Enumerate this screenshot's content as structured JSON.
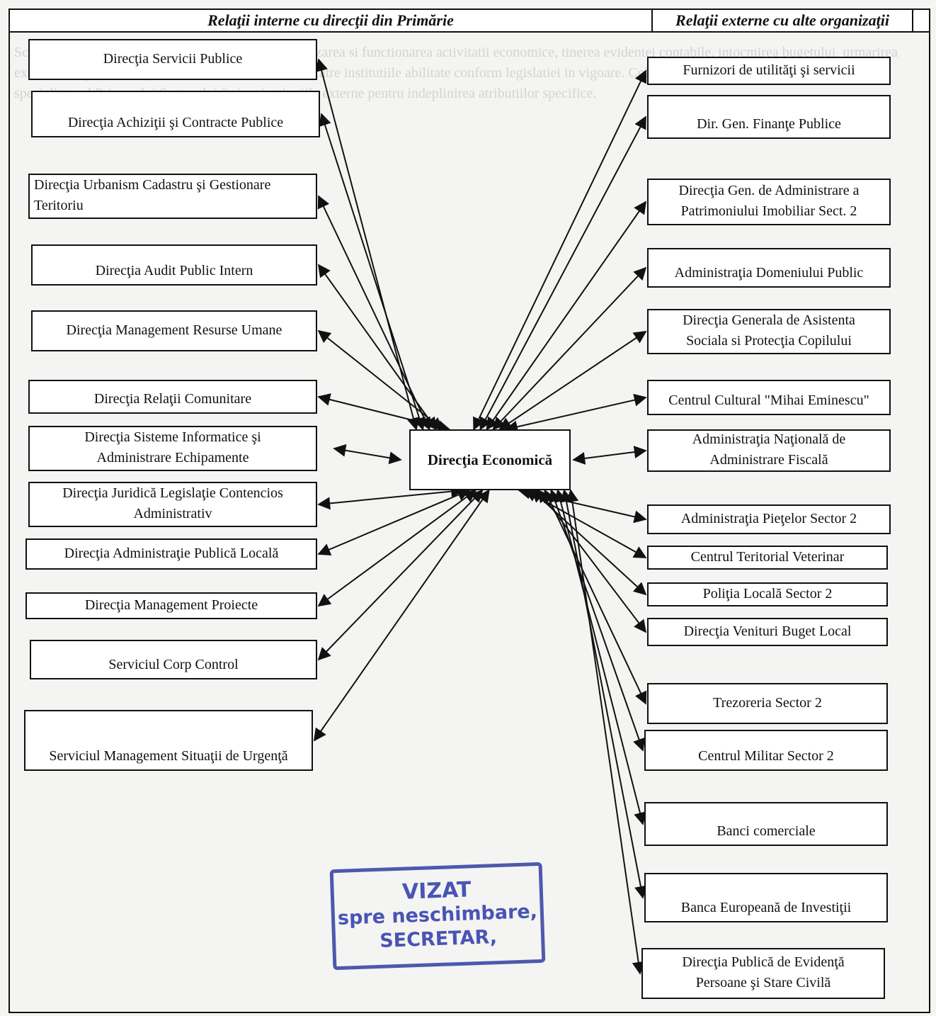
{
  "background_text": "Schema relatiilor: Directia Economica asigura organizarea si functionarea activitatii economice, tinerea evidentei contabile, intocmirea bugetului, urmarirea executiei bugetare si raportarea situatiilor financiare catre institutiile abilitate conform legislatiei in vigoare. Colaboreaza cu toate directiile din aparatul de specialitate al Primarului Sectorului 2 si cu institutiile externe pentru indeplinirea atributiilor specifice.",
  "headers": {
    "internal": "Relaţii interne cu direcţii din Primărie",
    "external": "Relaţii externe cu alte organizaţii"
  },
  "center": "Direcţia Economică",
  "internal_boxes": [
    {
      "id": "i1",
      "lines": [
        "Direcţia Servicii Publice"
      ]
    },
    {
      "id": "i2",
      "lines": [
        "Direcţia Achiziţii şi Contracte Publice"
      ]
    },
    {
      "id": "i3",
      "lines": [
        "Direcţia Urbanism Cadastru şi Gestionare",
        "Teritoriu"
      ]
    },
    {
      "id": "i4",
      "lines": [
        "Direcţia Audit Public Intern"
      ]
    },
    {
      "id": "i5",
      "lines": [
        "Direcţia Management Resurse Umane"
      ]
    },
    {
      "id": "i6",
      "lines": [
        "Direcţia Relaţii Comunitare"
      ]
    },
    {
      "id": "i7",
      "lines": [
        "Direcţia Sisteme Informatice şi",
        "Administrare Echipamente"
      ]
    },
    {
      "id": "i8",
      "lines": [
        "Direcţia Juridică Legislaţie Contencios",
        "Administrativ"
      ]
    },
    {
      "id": "i9",
      "lines": [
        "Direcţia Administraţie Publică Locală"
      ]
    },
    {
      "id": "i10",
      "lines": [
        "Direcţia  Management Proiecte"
      ]
    },
    {
      "id": "i11",
      "lines": [
        "Serviciul Corp Control"
      ]
    },
    {
      "id": "i12",
      "lines": [
        "Serviciul Management Situaţii de Urgenţă"
      ]
    }
  ],
  "external_boxes": [
    {
      "id": "e1",
      "lines": [
        "Furnizori de utilităţi şi servicii"
      ]
    },
    {
      "id": "e2",
      "lines": [
        "Dir. Gen. Finanţe Publice"
      ]
    },
    {
      "id": "e3",
      "lines": [
        "Direcţia Gen. de Administrare a",
        "Patrimoniului Imobiliar Sect. 2"
      ]
    },
    {
      "id": "e4",
      "lines": [
        "Administraţia Domeniului Public"
      ]
    },
    {
      "id": "e5",
      "lines": [
        "Direcţia Generala de Asistenta",
        "Sociala si Protecţia Copilului"
      ]
    },
    {
      "id": "e6",
      "lines": [
        "Centrul Cultural \"Mihai Eminescu\""
      ]
    },
    {
      "id": "e7",
      "lines": [
        "Administraţia Naţională de",
        "Administrare Fiscală"
      ]
    },
    {
      "id": "e8",
      "lines": [
        "Administraţia Pieţelor Sector 2"
      ]
    },
    {
      "id": "e9",
      "lines": [
        "Centrul Teritorial Veterinar"
      ]
    },
    {
      "id": "e10",
      "lines": [
        "Poliţia Locală Sector 2"
      ]
    },
    {
      "id": "e11",
      "lines": [
        "Direcţia Venituri Buget Local"
      ]
    },
    {
      "id": "e12",
      "lines": [
        "Trezoreria Sector 2"
      ]
    },
    {
      "id": "e13",
      "lines": [
        "Centrul Militar Sector 2"
      ]
    },
    {
      "id": "e14",
      "lines": [
        "Banci comerciale"
      ]
    },
    {
      "id": "e15",
      "lines": [
        "Banca Europeană de Investiţii"
      ]
    },
    {
      "id": "e16",
      "lines": [
        "Direcţia Publică de Evidenţă",
        "Persoane şi Stare Civilă"
      ]
    }
  ],
  "stamp": {
    "line1": "VIZAT",
    "line2": "spre neschimbare,",
    "line3": "SECRETAR,",
    "color": "#3b47b0"
  }
}
